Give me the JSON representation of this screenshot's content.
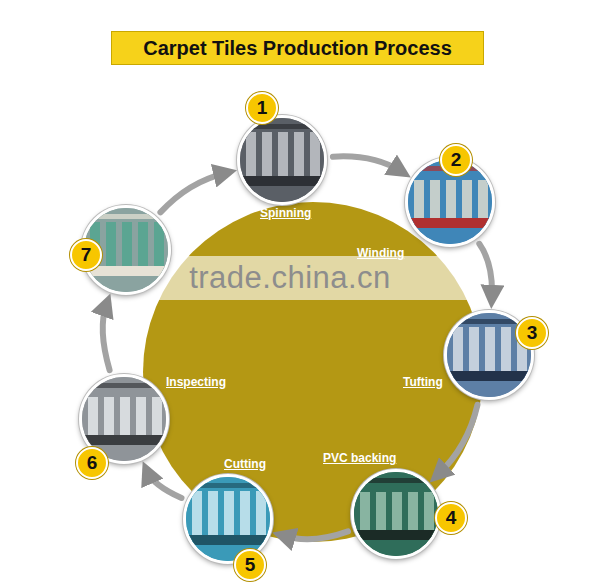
{
  "diagram": {
    "title": "Carpet Tiles Production Process",
    "nodes": [
      {
        "text": [
          "1",
          "Spinning"
        ]
      },
      {
        "text": [
          "2",
          "Winding"
        ]
      },
      {
        "text": [
          "3",
          "Tufting"
        ]
      },
      {
        "text": [
          "4",
          "PVC backing"
        ]
      },
      {
        "text": [
          "5",
          "Cutting"
        ]
      },
      {
        "text": [
          "6",
          "Inspecting"
        ]
      },
      {
        "text": [
          "7"
        ]
      }
    ],
    "edges": [
      {
        "from": 0,
        "to": 1,
        "arrow": "to"
      },
      {
        "from": 1,
        "to": 2,
        "arrow": "to"
      },
      {
        "from": 2,
        "to": 3,
        "arrow": "to"
      },
      {
        "from": 3,
        "to": 4,
        "arrow": "to"
      },
      {
        "from": 4,
        "to": 5,
        "arrow": "to"
      },
      {
        "from": 5,
        "to": 6,
        "arrow": "to"
      },
      {
        "from": 6,
        "to": 0,
        "arrow": "to"
      }
    ],
    "labels": [
      "trade.china.cn"
    ]
  }
}
